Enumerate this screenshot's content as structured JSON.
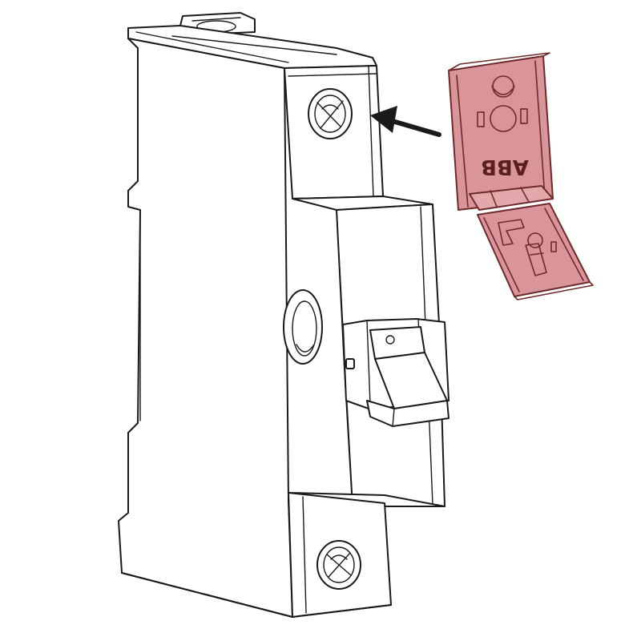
{
  "diagram": {
    "cover_brand_text": "ABB",
    "colors": {
      "highlight": "#d9959a",
      "highlight_outline": "#6e2a2a",
      "line": "#1a1a1a",
      "background": "#ffffff"
    },
    "icons": [
      "circuit-breaker-outline",
      "arrow-left-icon",
      "terminal-cover-highlighted"
    ]
  }
}
